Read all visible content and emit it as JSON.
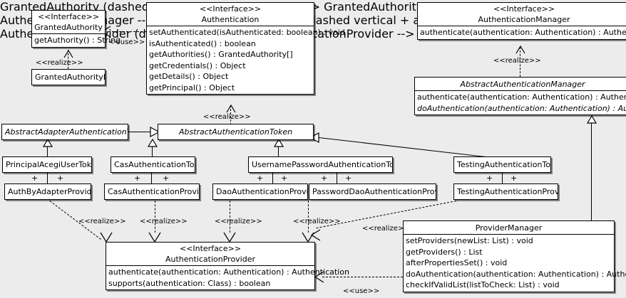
{
  "diagram": {
    "type": "uml-class-diagram",
    "background": "#ececec",
    "stereotypes": {
      "interface": "<<Interface>>",
      "realize": "<<realize>>",
      "use": "<<use>>",
      "plus": "+"
    },
    "classes": [
      {
        "id": "granted-authority",
        "name": "GrantedAuthority",
        "stereotype": "<<Interface>>",
        "abstract": false,
        "members": [
          "getAuthority() : String"
        ]
      },
      {
        "id": "granted-authority-impl",
        "name": "GrantedAuthorityImpl",
        "stereotype": "",
        "abstract": false,
        "members": []
      },
      {
        "id": "authentication",
        "name": "Authentication",
        "stereotype": "<<Interface>>",
        "abstract": false,
        "members": [
          "setAuthenticated(isAuthenticated: boolean) : void",
          "isAuthenticated() : boolean",
          "getAuthorities() : GrantedAuthority[]",
          "getCredentials() : Object",
          "getDetails() : Object",
          "getPrincipal() : Object"
        ]
      },
      {
        "id": "authentication-manager",
        "name": "AuthenticationManager",
        "stereotype": "<<Interface>>",
        "abstract": false,
        "members": [
          "authenticate(authentication: Authentication) : Authentication"
        ]
      },
      {
        "id": "abstract-authentication-manager",
        "name": "AbstractAuthenticationManager",
        "stereotype": "",
        "abstract": true,
        "members": [
          "authenticate(authentication: Authentication) : Authentication",
          "doAuthentication(authentication: Authentication) : Authentication"
        ]
      },
      {
        "id": "abstract-adapter-authentication-token",
        "name": "AbstractAdapterAuthenticationToken",
        "stereotype": "",
        "abstract": true,
        "members": []
      },
      {
        "id": "abstract-authentication-token",
        "name": "AbstractAuthenticationToken",
        "stereotype": "",
        "abstract": true,
        "members": []
      },
      {
        "id": "principal-acegi-user-token",
        "name": "PrincipalAcegiUserToken",
        "stereotype": "",
        "abstract": false,
        "members": []
      },
      {
        "id": "cas-authentication-token",
        "name": "CasAuthenticationToken",
        "stereotype": "",
        "abstract": false,
        "members": []
      },
      {
        "id": "username-password-authentication-token",
        "name": "UsernamePasswordAuthenticationToken",
        "stereotype": "",
        "abstract": false,
        "members": []
      },
      {
        "id": "testing-authentication-token",
        "name": "TestingAuthenticationToken",
        "stereotype": "",
        "abstract": false,
        "members": []
      },
      {
        "id": "auth-by-adapter-provider",
        "name": "AuthByAdapterProvider",
        "stereotype": "",
        "abstract": false,
        "members": []
      },
      {
        "id": "cas-authentication-provider",
        "name": "CasAuthenticationProvider",
        "stereotype": "",
        "abstract": false,
        "members": []
      },
      {
        "id": "dao-authentication-provider",
        "name": "DaoAuthenticationProvider",
        "stereotype": "",
        "abstract": false,
        "members": []
      },
      {
        "id": "password-dao-authentication-provider",
        "name": "PasswordDaoAuthenticationProvider",
        "stereotype": "",
        "abstract": false,
        "members": []
      },
      {
        "id": "testing-authentication-provider",
        "name": "TestingAuthenticationProvider",
        "stereotype": "",
        "abstract": false,
        "members": []
      },
      {
        "id": "authentication-provider",
        "name": "AuthenticationProvider",
        "stereotype": "<<Interface>>",
        "abstract": false,
        "members": [
          "authenticate(authentication: Authentication) : Authentication",
          "supports(authentication: Class) : boolean"
        ]
      },
      {
        "id": "provider-manager",
        "name": "ProviderManager",
        "stereotype": "",
        "abstract": false,
        "members": [
          "setProviders(newList: List) : void",
          "getProviders() : List",
          "afterPropertiesSet() : void",
          "doAuthentication(authentication: Authentication) : Authentication",
          "checkIfValidList(listToCheck: List) : void"
        ]
      }
    ],
    "edge_labels": {
      "use_granted_authority": "<<use>>",
      "realize_granted_authority_impl": "<<realize>>",
      "realize_abstract_authentication_token": "<<realize>>",
      "realize_abstract_authentication_manager": "<<realize>>",
      "realize_auth_by_adapter": "<<realize>>",
      "realize_cas_provider": "<<realize>>",
      "realize_dao_provider": "<<realize>>",
      "realize_password_dao_provider": "<<realize>>",
      "realize_provider_manager": "<<realize>>",
      "use_provider_manager": "<<use>>"
    }
  }
}
